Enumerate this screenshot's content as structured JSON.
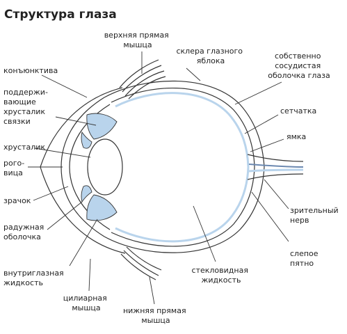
{
  "title": "Структура глаза",
  "labels": {
    "superior_rectus": [
      "верхняя прямая",
      "мышца"
    ],
    "sclera": [
      "склера глазного",
      "яблока"
    ],
    "choroid": [
      "собственно",
      "сосудистая",
      "оболочка глаза"
    ],
    "conjunctiva": [
      "конъюнктива"
    ],
    "suspensory_ligaments": [
      "поддержи-",
      "вающие",
      "хрусталик",
      "связки"
    ],
    "retina": [
      "сетчатка"
    ],
    "fovea": [
      "ямка"
    ],
    "lens": [
      "хрусталик"
    ],
    "cornea": [
      "рого-",
      "вица"
    ],
    "pupil": [
      "зрачок"
    ],
    "optic_nerve": [
      "зрительный",
      "нерв"
    ],
    "iris": [
      "радужная",
      "оболочка"
    ],
    "blind_spot": [
      "слепое",
      "пятно"
    ],
    "aqueous_humor": [
      "внутриглазная",
      "жидкость"
    ],
    "vitreous_humor": [
      "стекловидная",
      "жидкость"
    ],
    "ciliary_muscle": [
      "цилиарная",
      "мышца"
    ],
    "inferior_rectus": [
      "нижняя прямая",
      "мышца"
    ]
  },
  "colors": {
    "accent": "#b9d4ec",
    "line": "#333333"
  }
}
